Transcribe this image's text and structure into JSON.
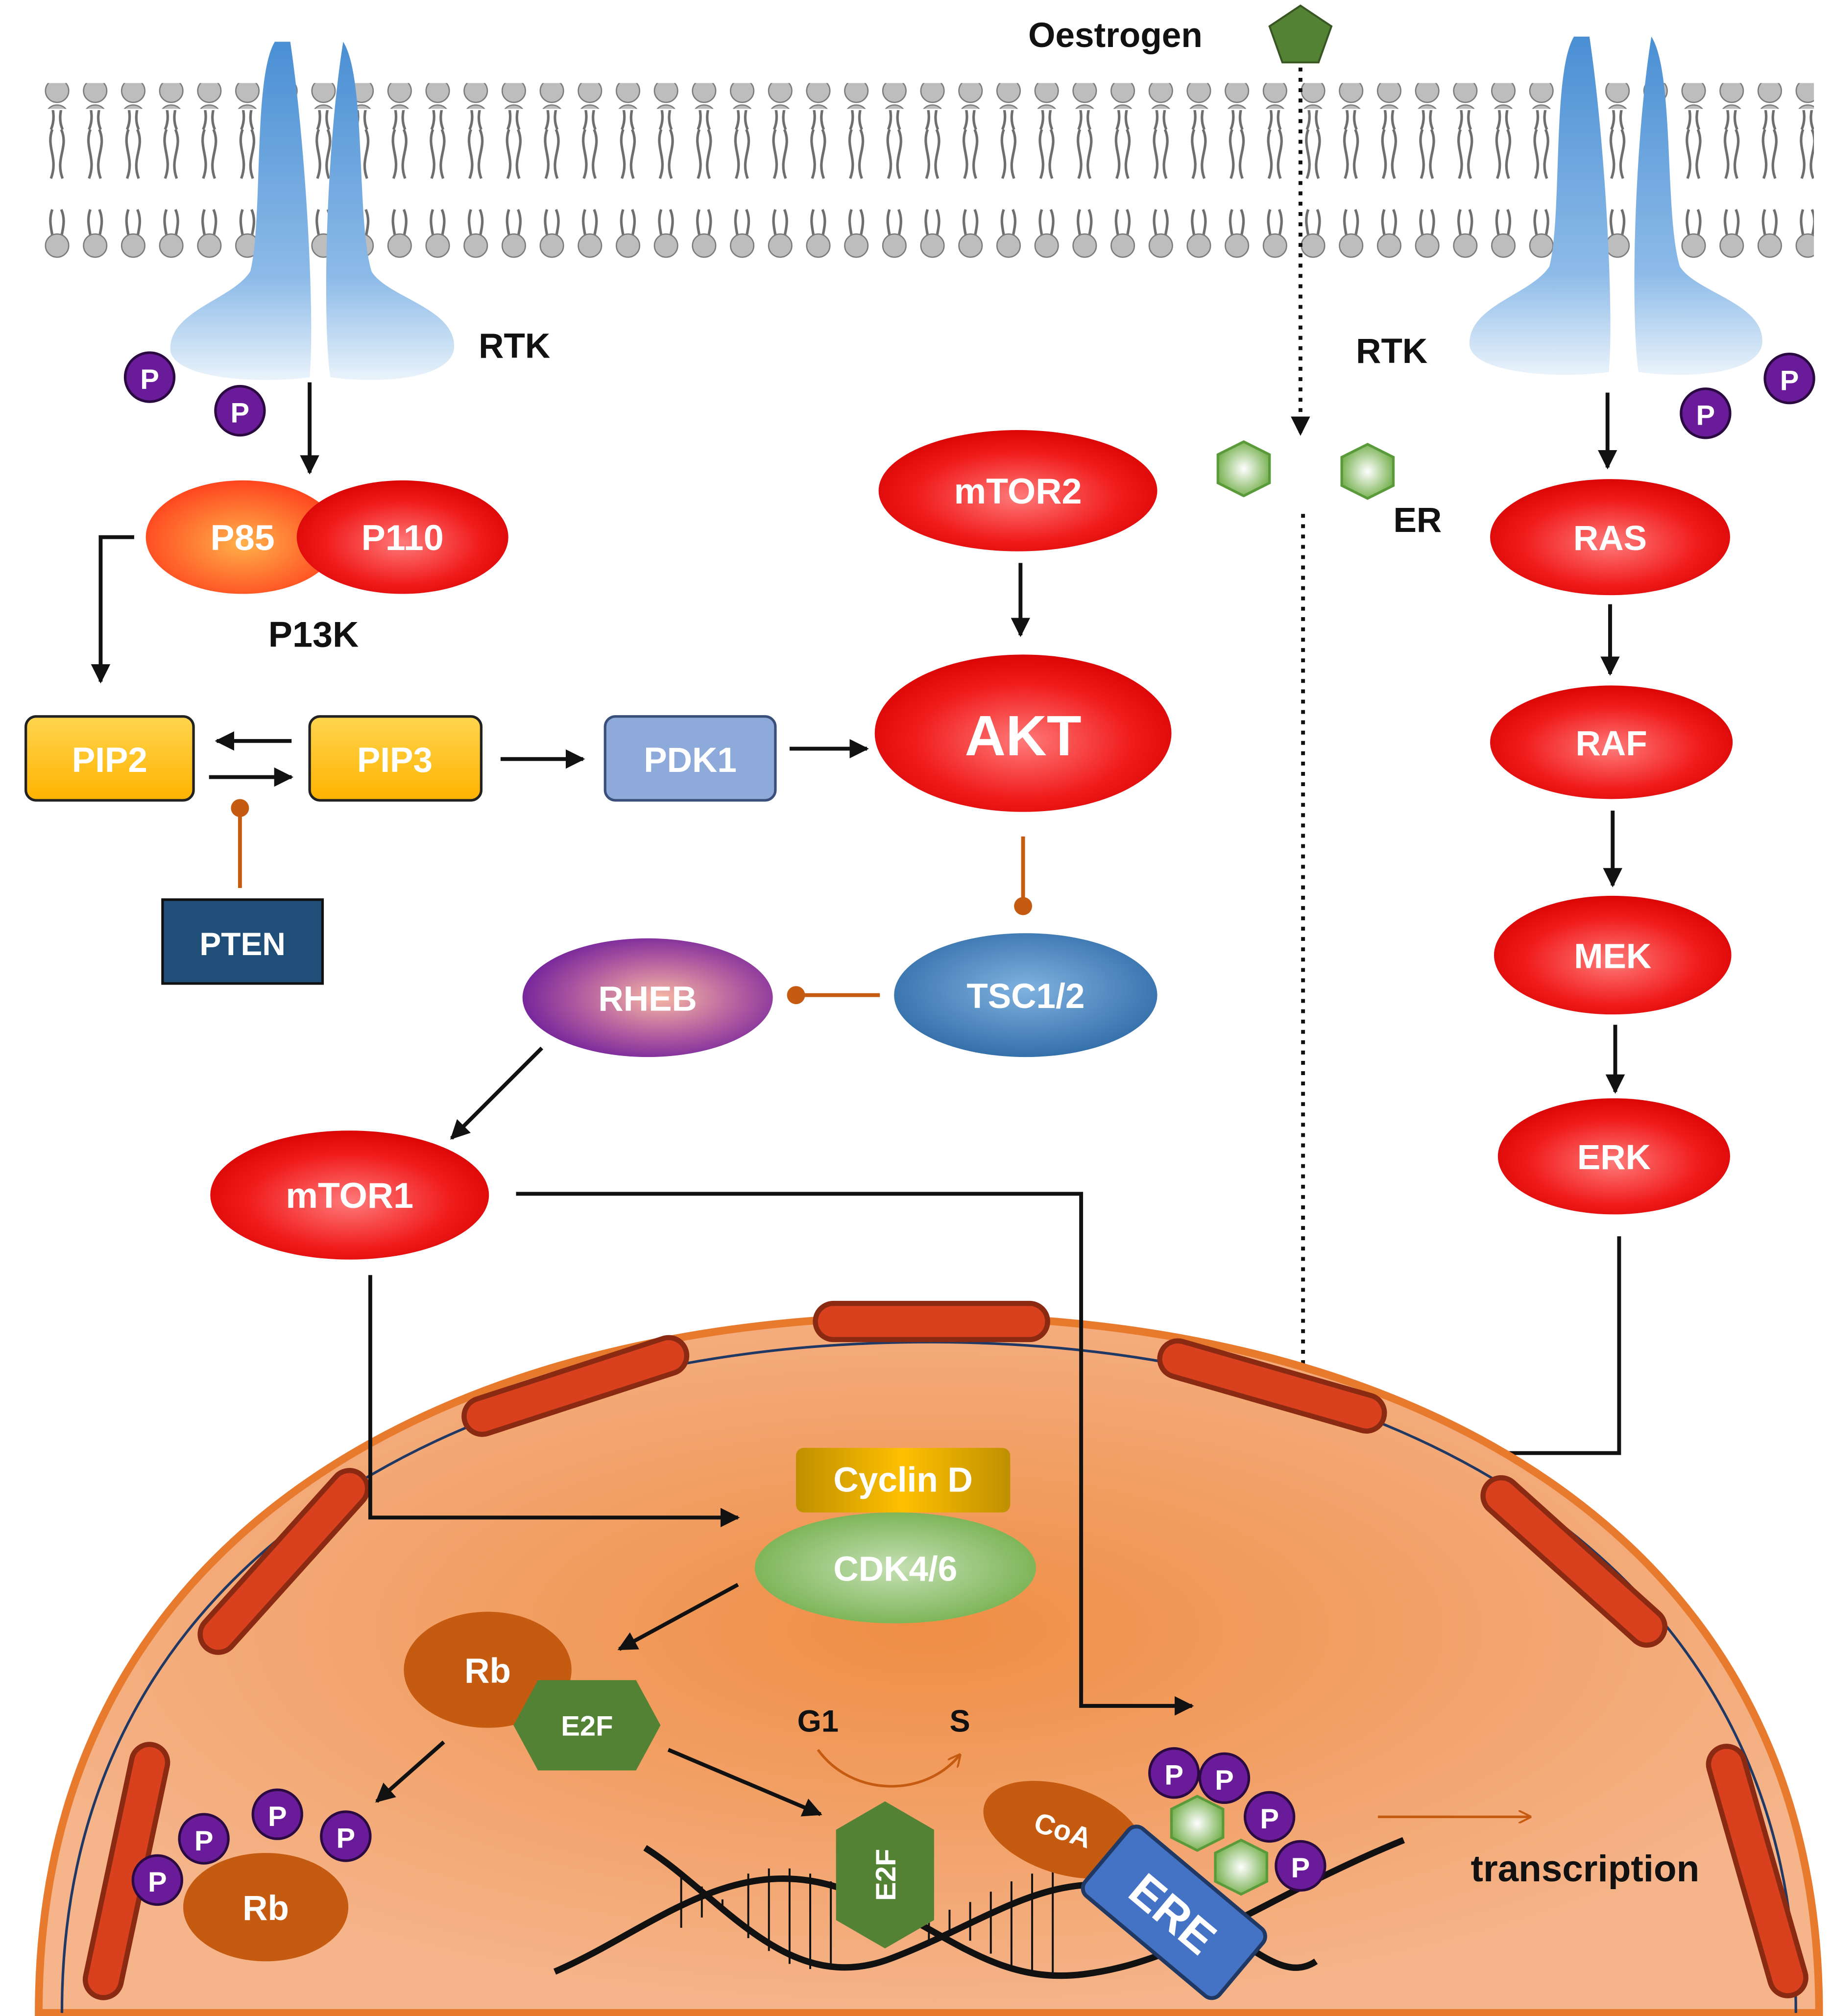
{
  "labels": {
    "oestrogen": "Oestrogen",
    "rtk_left": "RTK",
    "rtk_right": "RTK",
    "er": "ER",
    "p85": "P85",
    "p110": "P110",
    "pi3k": "P13K",
    "mtor2": "mTOR2",
    "akt": "AKT",
    "pip2": "PIP2",
    "pip3": "PIP3",
    "pdk1": "PDK1",
    "pten": "PTEN",
    "rheb": "RHEB",
    "tsc": "TSC1/2",
    "mtor1": "mTOR1",
    "ras": "RAS",
    "raf": "RAF",
    "mek": "MEK",
    "erk": "ERK",
    "cyclin_d": "Cyclin D",
    "cdk46": "CDK4/6",
    "rb": "Rb",
    "rb_phospho": "Rb",
    "e2f": "E2F",
    "e2f_dna": "E2F",
    "g1": "G1",
    "s": "S",
    "coa": "CoA",
    "ere": "ERE",
    "transcription": "transcription",
    "p": "P"
  },
  "colors": {
    "membrane_head": "#bdbdbd",
    "membrane_tail": "#6e6e6e",
    "receptor_blue": "#5b9bd5",
    "node_red": "#ee1c1c",
    "pip_yellow": "#ffc000",
    "pdk1_blue": "#8eaadb",
    "pten_navy": "#1f4e79",
    "rheb_purple": "#7030a0",
    "tsc_blue": "#2e75b6",
    "phospho_purple": "#6a1b9a",
    "er_green": "#70ad47",
    "e2f_green": "#548235",
    "rb_brown": "#c55a11",
    "ere_blue": "#4472c4",
    "nucleus_fill": "#f4b183",
    "nucleus_pore": "#c0392b",
    "inhibit_orange": "#c55a11"
  }
}
